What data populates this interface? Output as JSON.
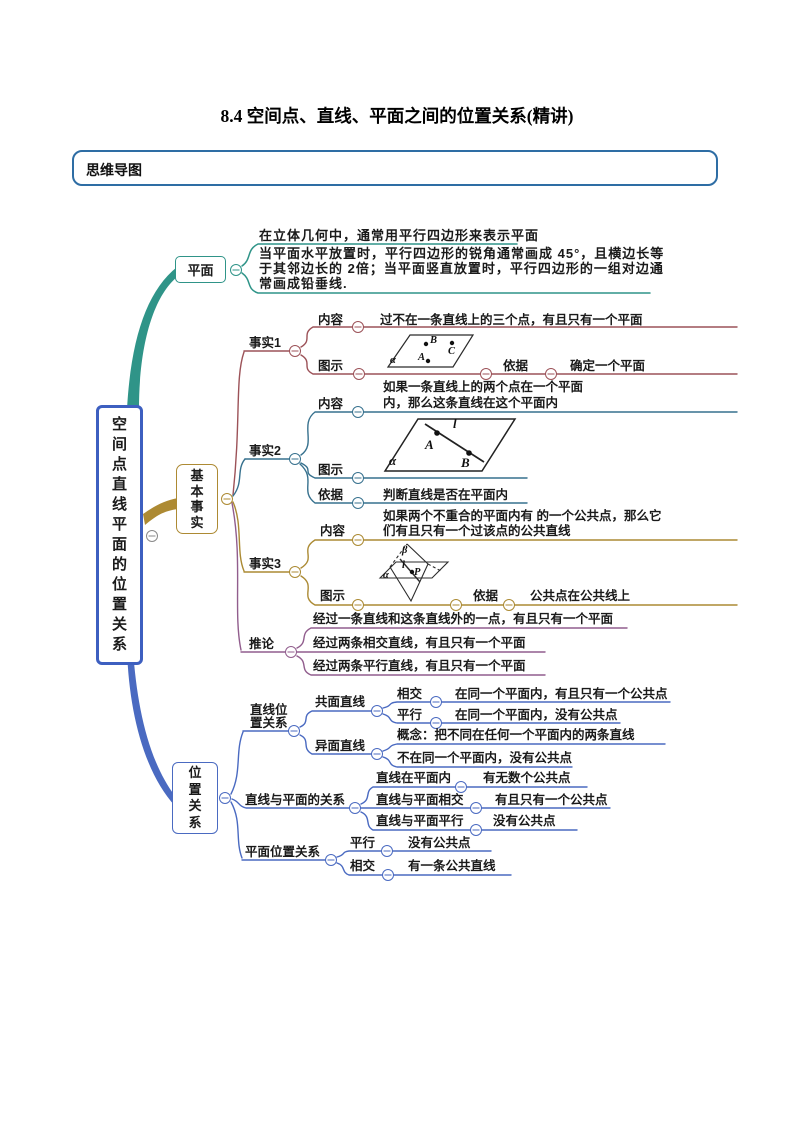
{
  "page": {
    "title": "8.4 空间点、直线、平面之间的位置关系(精讲)",
    "section_label": "思维导图"
  },
  "colors": {
    "frame_blue": "#2e6da4",
    "root_blue": "#3d5fc0",
    "branch_teal": "#2f9488",
    "branch_gold": "#ad8a33",
    "branch_maroon": "#9c5258",
    "branch_steelblue": "#37718e",
    "branch_plum": "#915d8d",
    "branch_blue": "#4a6ac1",
    "collapse_gray": "#8a8a8a"
  },
  "mm": {
    "root": "空间点直线平面的位置关系",
    "plane": {
      "label": "平面",
      "note1": "在立体几何中，通常用平行四边形来表示平面",
      "note2_l1": "当平面水平放置时，平行四边形的锐角通常画成 45°，且横边长等",
      "note2_l2": "于其邻边长的 2倍；当平面竖直放置时，平行四边形的一组对边通",
      "note2_l3": "常画成铅垂线."
    },
    "basic": {
      "label": "基本事实",
      "fact1": {
        "label": "事实1",
        "content_label": "内容",
        "content": "过不在一条直线上的三个点，有且只有一个平面",
        "figure_label": "图示",
        "basis_label": "依据",
        "basis": "确定一个平面",
        "fig": {
          "alpha": "α",
          "a": "A",
          "b": "B",
          "c": "C"
        }
      },
      "fact2": {
        "label": "事实2",
        "content_label": "内容",
        "content_l1": "如果一条直线上的两个点在一个平面",
        "content_l2": "内，那么这条直线在这个平面内",
        "figure_label": "图示",
        "basis_label": "依据",
        "basis": "判断直线是否在平面内",
        "fig": {
          "alpha": "α",
          "a": "A",
          "b": "B",
          "l": "l"
        }
      },
      "fact3": {
        "label": "事实3",
        "content_label": "内容",
        "content_l1": "如果两个不重合的平面内有 的一个公共点，那么它",
        "content_l2": "们有且只有一个过该点的公共直线",
        "figure_label": "图示",
        "basis_label": "依据",
        "basis": "公共点在公共线上",
        "fig": {
          "alpha": "α",
          "beta": "β",
          "l": "l",
          "p": "P"
        }
      },
      "corollary": {
        "label": "推论",
        "item1": "经过一条直线和这条直线外的一点，有且只有一个平面",
        "item2": "经过两条相交直线，有且只有一个平面",
        "item3": "经过两条平行直线，有且只有一个平面"
      }
    },
    "pos": {
      "label": "位置关系",
      "line_line": {
        "label_l1": "直线位",
        "label_l2": "置关系",
        "coplanar": {
          "label": "共面直线",
          "intersect_label": "相交",
          "intersect": "在同一个平面内，有且只有一个公共点",
          "parallel_label": "平行",
          "parallel": "在同一个平面内，没有公共点"
        },
        "skew": {
          "label": "异面直线",
          "concept": "概念：把不同在任何一个平面内的两条直线",
          "note": "不在同一个平面内，没有公共点"
        }
      },
      "line_plane": {
        "label": "直线与平面的关系",
        "in_label": "直线在平面内",
        "in_text": "有无数个公共点",
        "cross_label": "直线与平面相交",
        "cross_text": "有且只有一个公共点",
        "para_label": "直线与平面平行",
        "para_text": "没有公共点"
      },
      "plane_plane": {
        "label": "平面位置关系",
        "para_label": "平行",
        "para_text": "没有公共点",
        "cross_label": "相交",
        "cross_text": "有一条公共直线"
      }
    }
  }
}
